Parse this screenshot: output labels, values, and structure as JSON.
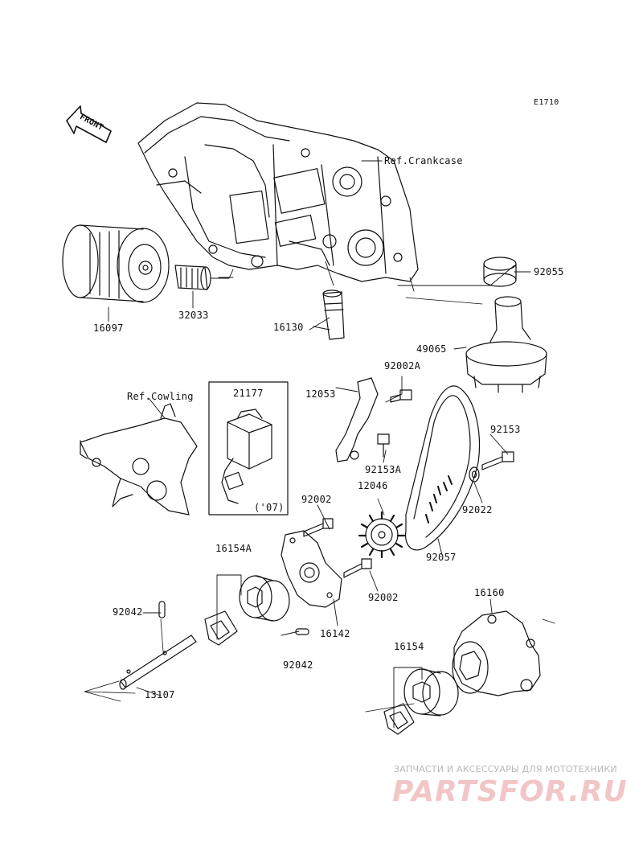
{
  "diagram_code": "E1710",
  "front_arrow_label": "FRONT",
  "references": {
    "crankcase": "Ref.Crankcase",
    "cowling": "Ref.Cowling"
  },
  "year_note": "('07)",
  "parts": {
    "p16097": "16097",
    "p32033": "32033",
    "p16130": "16130",
    "p92055": "92055",
    "p49065": "49065",
    "p21177": "21177",
    "p12053": "12053",
    "p92002A": "92002A",
    "p92153": "92153",
    "p92153A": "92153A",
    "p12046": "12046",
    "p92002_top": "92002",
    "p92022": "92022",
    "p92057": "92057",
    "p16154A": "16154A",
    "p92042_top": "92042",
    "p92002_bottom": "92002",
    "p16142": "16142",
    "p92042_bottom": "92042",
    "p13107": "13107",
    "p16160": "16160",
    "p16154": "16154"
  },
  "watermark": {
    "tagline": "ЗАПЧАСТИ И АКСЕССУАРЫ ДЛЯ МОТОТЕХНИКИ",
    "brand": "PARTSFOR.RU"
  }
}
